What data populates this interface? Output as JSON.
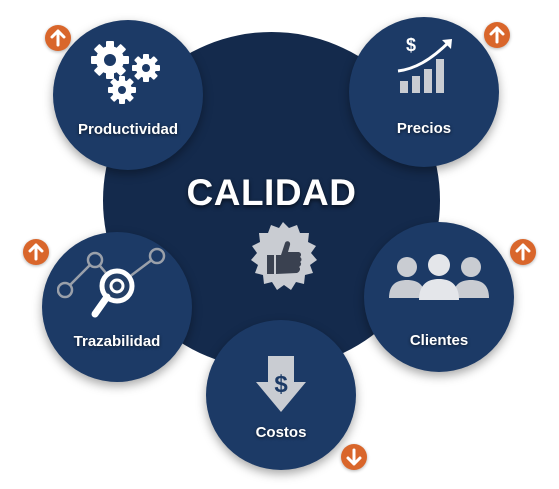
{
  "center": {
    "title": "CALIDAD",
    "icon": "thumbs-up-badge-icon"
  },
  "nodes": {
    "productividad": {
      "label": "Productividad",
      "icon": "gears-icon",
      "trend": "up"
    },
    "precios": {
      "label": "Precios",
      "icon": "dollar-growth-chart-icon",
      "trend": "up"
    },
    "trazabilidad": {
      "label": "Trazabilidad",
      "icon": "network-magnifier-icon",
      "trend": "up"
    },
    "clientes": {
      "label": "Clientes",
      "icon": "people-group-icon",
      "trend": "up"
    },
    "costos": {
      "label": "Costos",
      "icon": "dollar-down-arrow-icon",
      "trend": "down"
    }
  },
  "colors": {
    "center_fill": "#142a4c",
    "node_fill": "#1c3a66",
    "accent_orange": "#d9662b",
    "icon_light": "#c9ccd2"
  }
}
